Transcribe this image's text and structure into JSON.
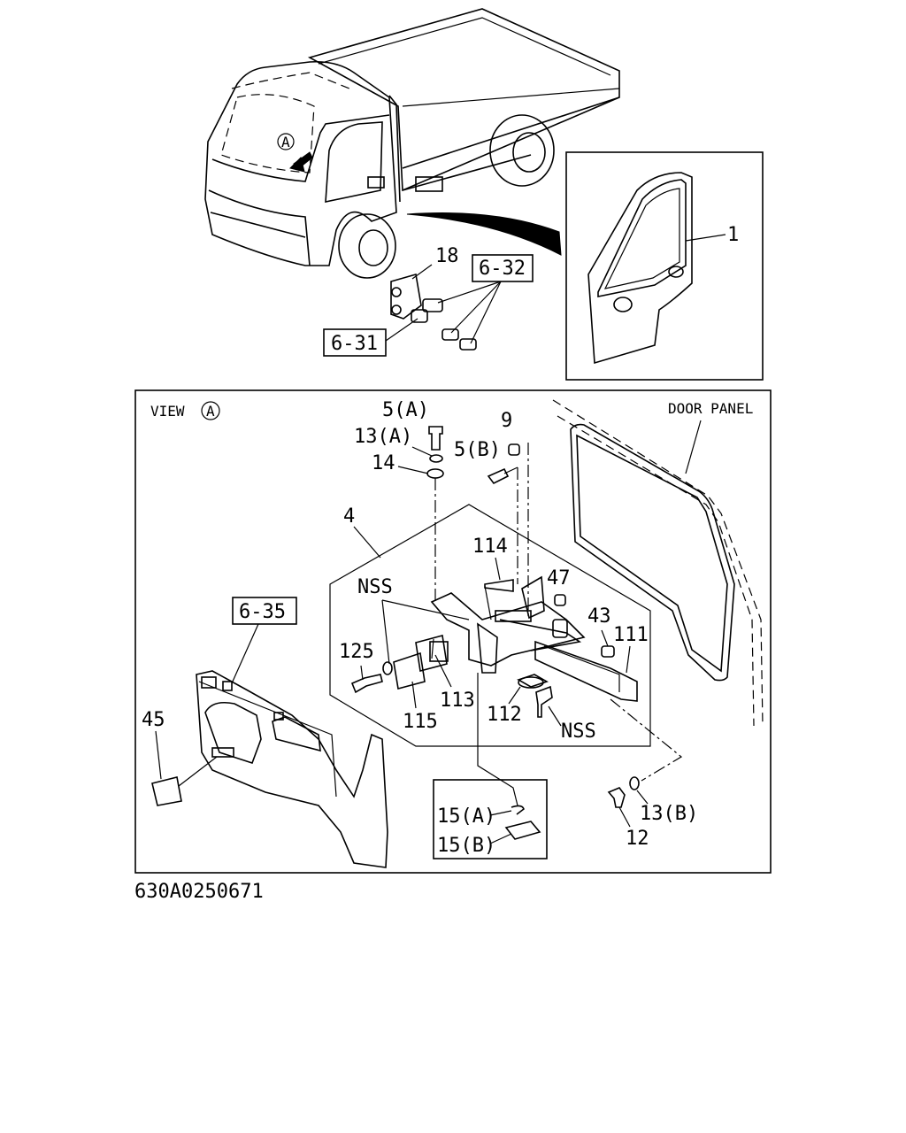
{
  "diagram": {
    "drawing_number": "630A0250671",
    "view_title": "VIEW",
    "view_marker": "A",
    "truck_marker": "A",
    "door_panel_label": "DOOR PANEL",
    "boxed_refs": [
      "6-32",
      "6-31",
      "6-35"
    ],
    "callouts": {
      "c1": "1",
      "c18": "18",
      "c4": "4",
      "c5a": "5(A)",
      "c13a": "13(A)",
      "c14": "14",
      "c9": "9",
      "c5b": "5(B)",
      "c114": "114",
      "nss_top": "NSS",
      "c47": "47",
      "c43": "43",
      "c111": "111",
      "c125": "125",
      "c115": "115",
      "c113": "113",
      "c112": "112",
      "nss_bottom": "NSS",
      "c45": "45",
      "c15a": "15(A)",
      "c15b": "15(B)",
      "c13b": "13(B)",
      "c12": "12"
    }
  }
}
